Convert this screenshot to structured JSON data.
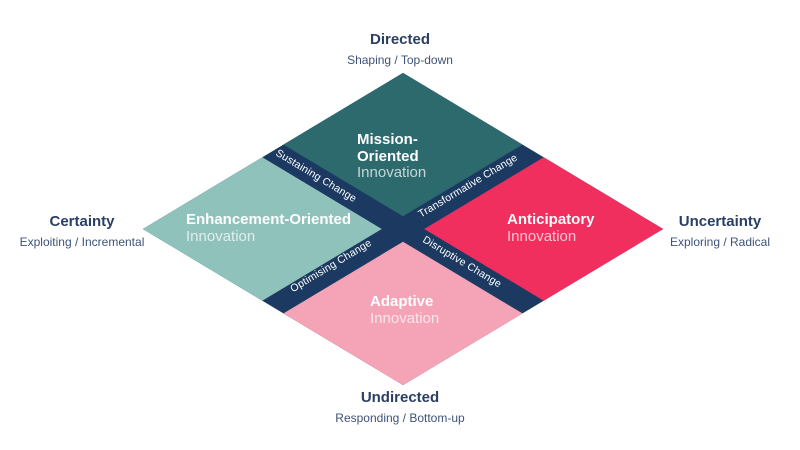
{
  "colors": {
    "teal": "#2d6a6e",
    "sage": "#8fc2bb",
    "red": "#f02f5f",
    "pink": "#f5a4b8",
    "band_navy": "#1c3a61",
    "title_navy": "#2a3f63",
    "subtitle_navy": "#3e5376"
  },
  "axes": {
    "top": {
      "title": "Directed",
      "subtitle": "Shaping / Top-down"
    },
    "bottom": {
      "title": "Undirected",
      "subtitle": "Responding / Bottom-up"
    },
    "left": {
      "title": "Certainty",
      "subtitle": "Exploiting / Incremental"
    },
    "right": {
      "title": "Uncertainty",
      "subtitle": "Exploring / Radical"
    }
  },
  "quadrants": {
    "mission": {
      "line1": "Mission-",
      "line2": "Oriented",
      "line3": "Innovation"
    },
    "enhancement": {
      "line1": "Enhancement-Oriented",
      "line2": "Innovation"
    },
    "anticipatory": {
      "line1": "Anticipatory",
      "line2": "Innovation"
    },
    "adaptive": {
      "line1": "Adaptive",
      "line2": "Innovation"
    }
  },
  "bands": {
    "sustaining": "Sustaining Change",
    "transformative": "Transformative Change",
    "optimising": "Optimising Change",
    "disruptive": "Disruptive Change"
  }
}
